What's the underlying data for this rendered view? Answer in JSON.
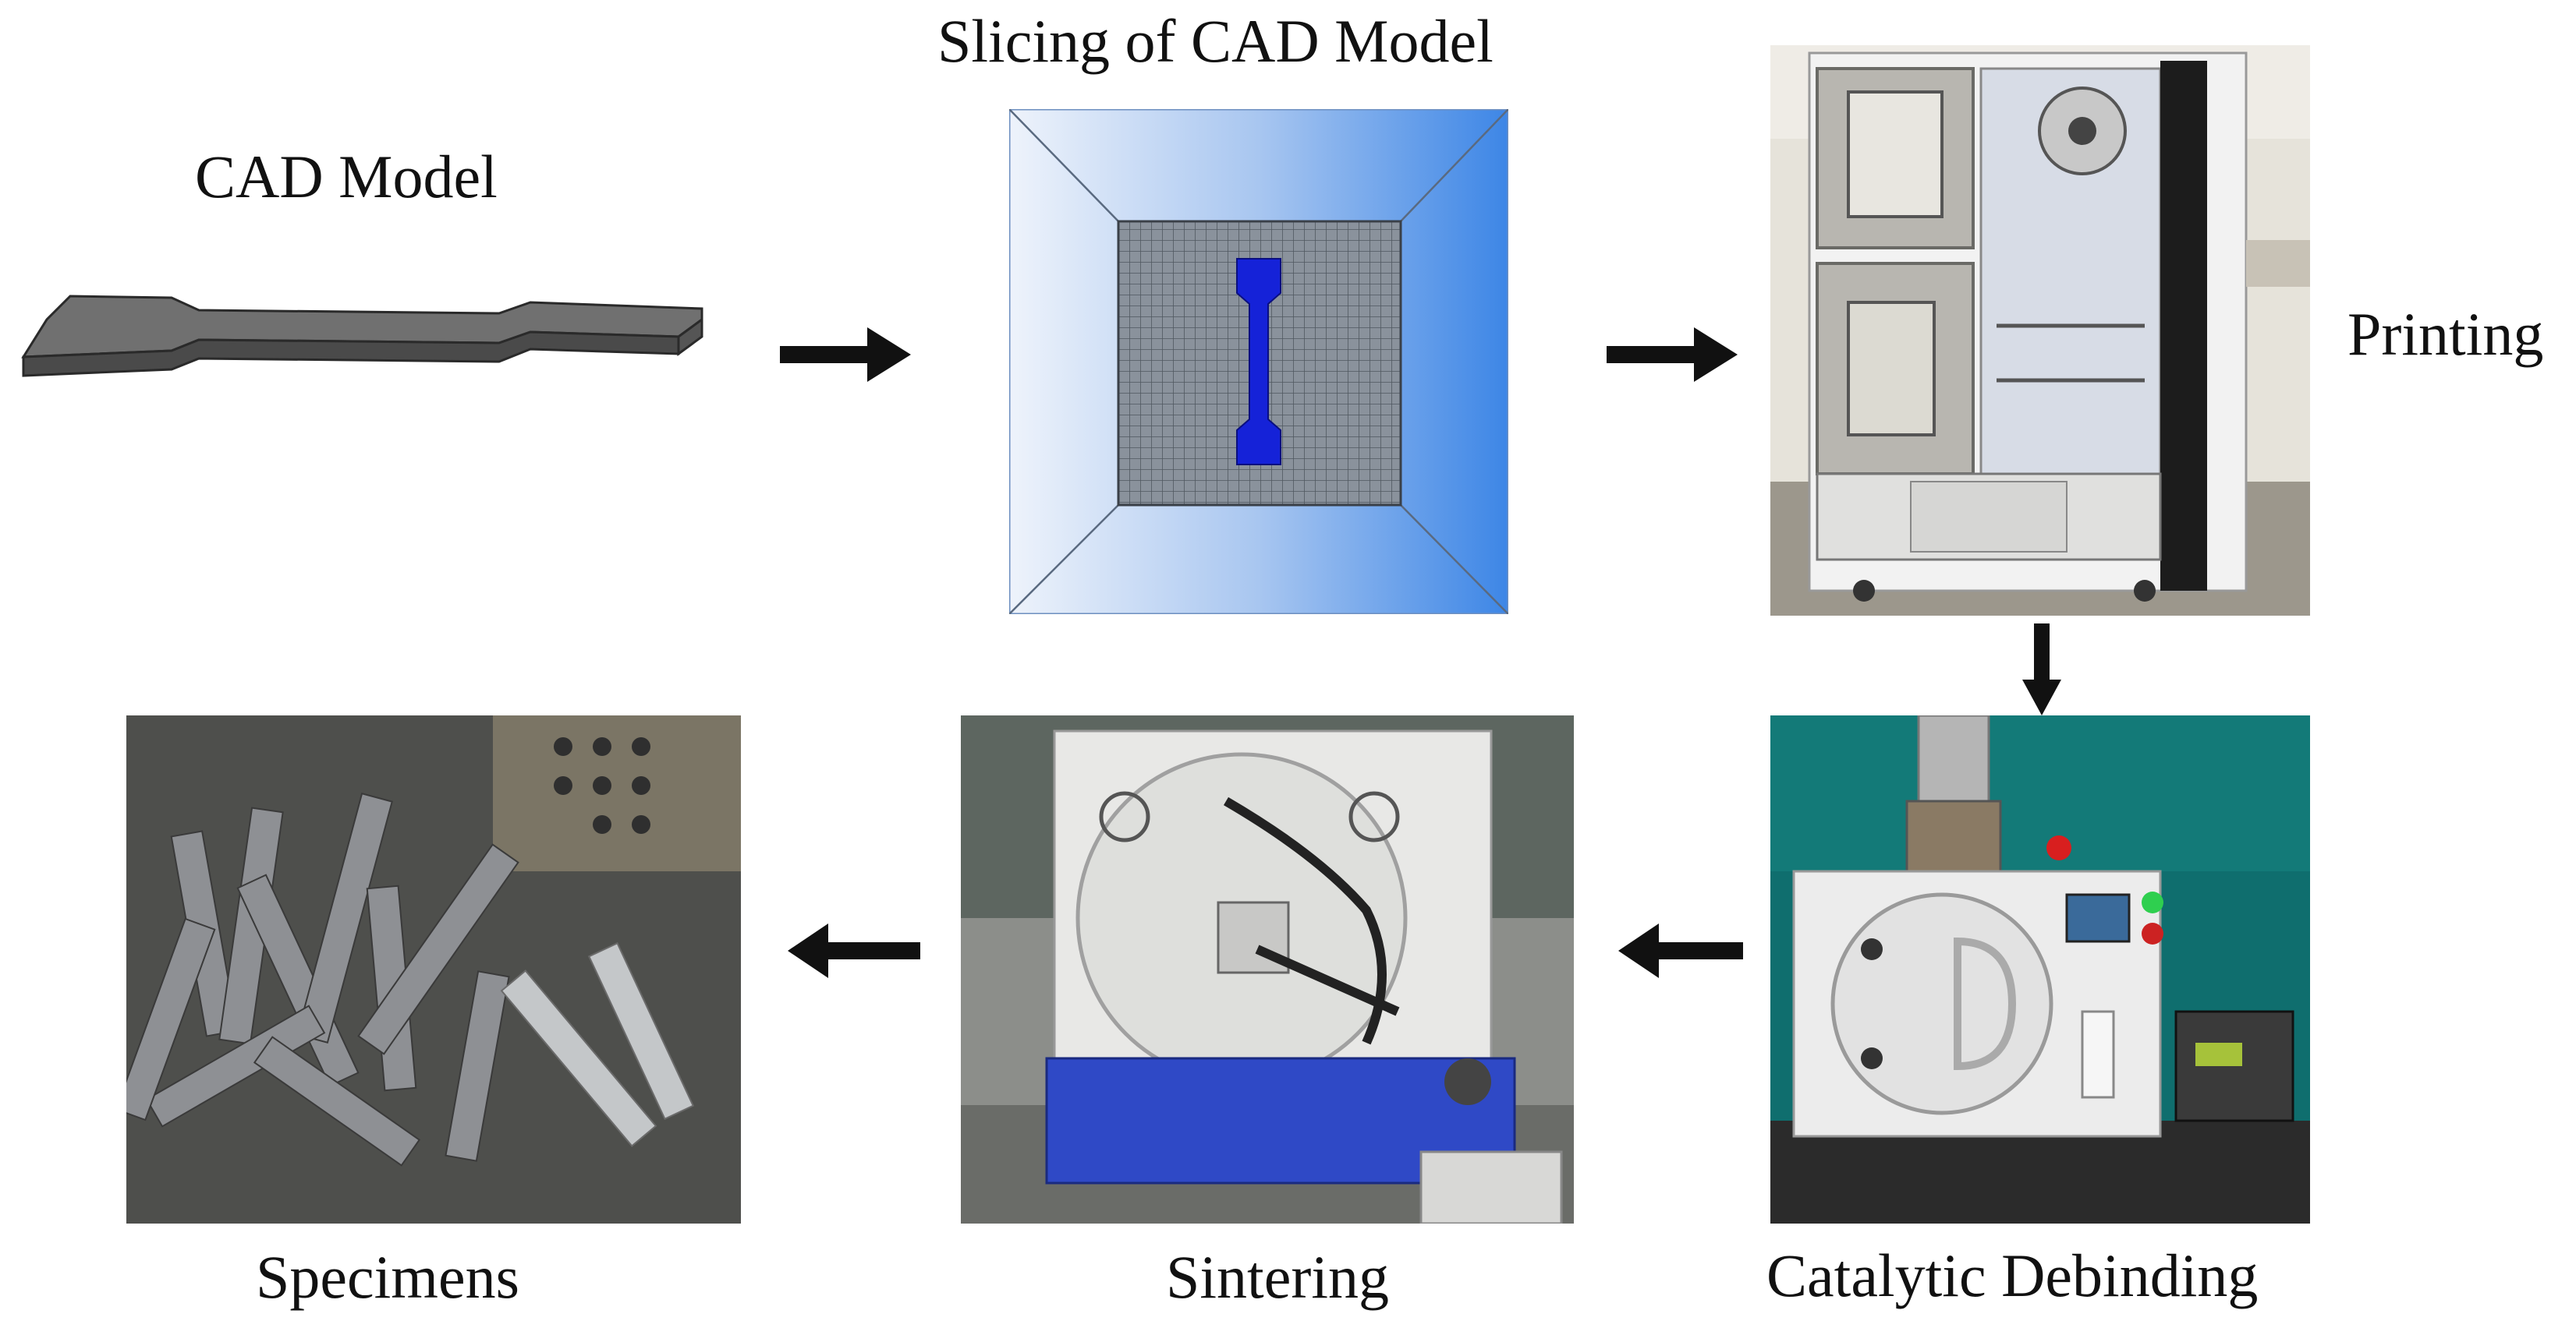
{
  "steps": {
    "cad_model": "CAD Model",
    "slicing": "Slicing of CAD Model",
    "printing": "Printing",
    "catalytic_debinding": "Catalytic Debinding",
    "sintering": "Sintering",
    "specimens": "Specimens"
  },
  "colors": {
    "arrow": "#111111",
    "slicer_blue": "#3d86e6",
    "dogbone_blue": "#1522d8",
    "cad_gray": "#6c6c6c"
  }
}
